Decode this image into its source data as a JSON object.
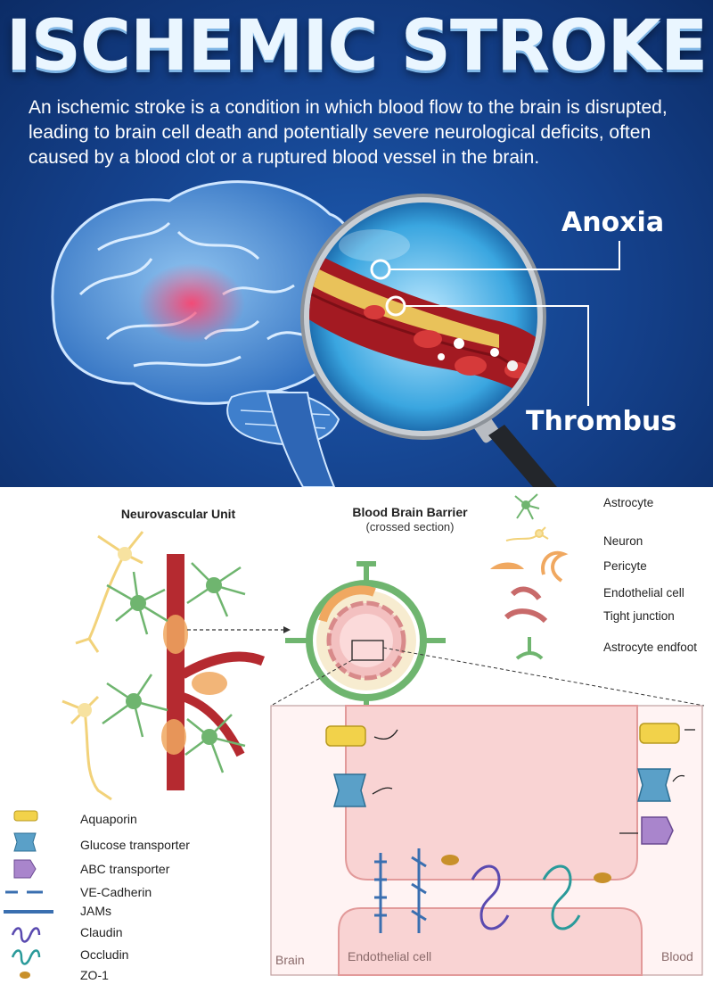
{
  "header": {
    "title": "ISCHEMIC STROKE",
    "description": "An ischemic stroke is a condition in which blood flow to the brain is disrupted, leading to brain cell death and potentially severe neurological deficits, often caused by a blood clot or a ruptured blood vessel in the brain."
  },
  "illustration": {
    "label_anoxia": "Anoxia",
    "label_thrombus": "Thrombus"
  },
  "diagram": {
    "nvu_title": "Neurovascular Unit",
    "bbb_title": "Blood Brain Barrier",
    "bbb_subtitle": "(crossed section)",
    "cell_legend": [
      "Astrocyte",
      "Neuron",
      "Pericyte",
      "Endothelial cell",
      "Tight junction",
      "Astrocyte endfoot"
    ],
    "inset": {
      "brain_label": "Brain",
      "endothelial_label": "Endothelial cell",
      "blood_label": "Blood"
    },
    "protein_legend": [
      "Aquaporin",
      "Glucose transporter",
      "ABC transporter",
      "VE-Cadherin",
      "JAMs",
      "Claudin",
      "Occludin",
      "ZO-1"
    ]
  },
  "colors": {
    "background_top": "#14408a",
    "vessel_red": "#b0242a",
    "astrocyte_green": "#6fb56f",
    "neuron_yellow": "#f2d27a",
    "pericyte_orange": "#f0a860",
    "inset_pink": "#fbdada"
  }
}
